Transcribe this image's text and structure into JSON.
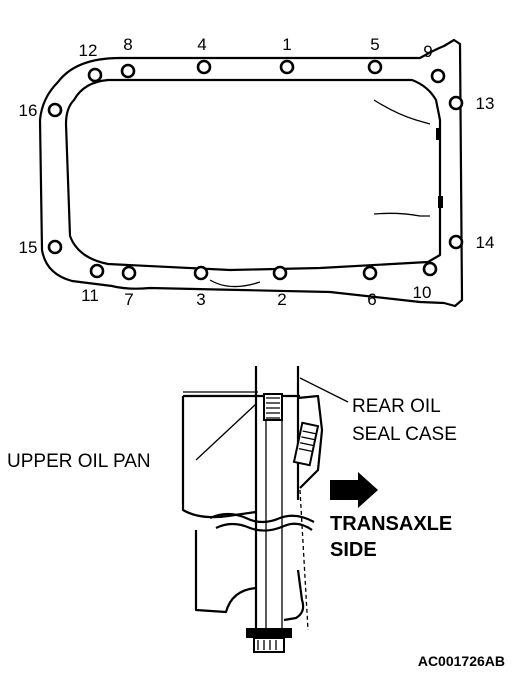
{
  "bolt_labels": [
    "1",
    "2",
    "3",
    "4",
    "5",
    "6",
    "7",
    "8",
    "9",
    "10",
    "11",
    "12",
    "13",
    "14",
    "15",
    "16"
  ],
  "callouts": {
    "rear_oil_seal_case_line1": "REAR OIL",
    "rear_oil_seal_case_line2": "SEAL CASE",
    "upper_oil_pan": "UPPER OIL PAN",
    "transaxle_line1": "TRANSAXLE",
    "transaxle_line2": "SIDE"
  },
  "figure_code": "AC001726AB"
}
